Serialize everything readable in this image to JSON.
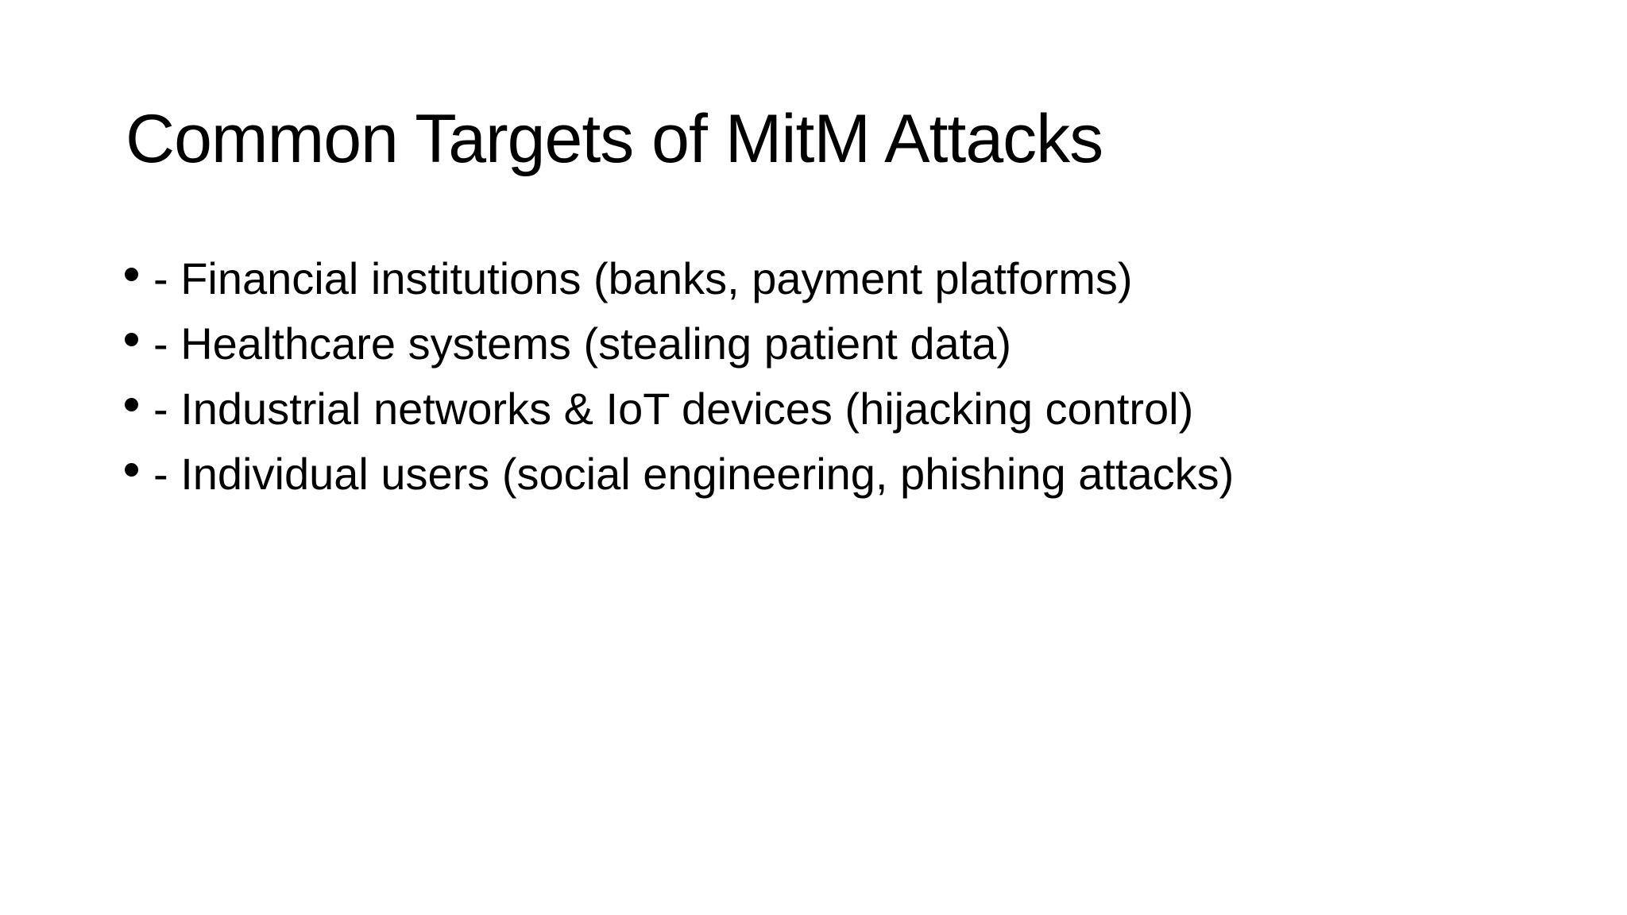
{
  "slide": {
    "title": "Common Targets of MitM Attacks",
    "bullets": [
      "- Financial institutions (banks, payment platforms)",
      "- Healthcare systems (stealing patient data)",
      "- Industrial networks & IoT devices (hijacking control)",
      "- Individual users (social engineering, phishing attacks)"
    ],
    "colors": {
      "background": "#ffffff",
      "text": "#000000"
    }
  }
}
